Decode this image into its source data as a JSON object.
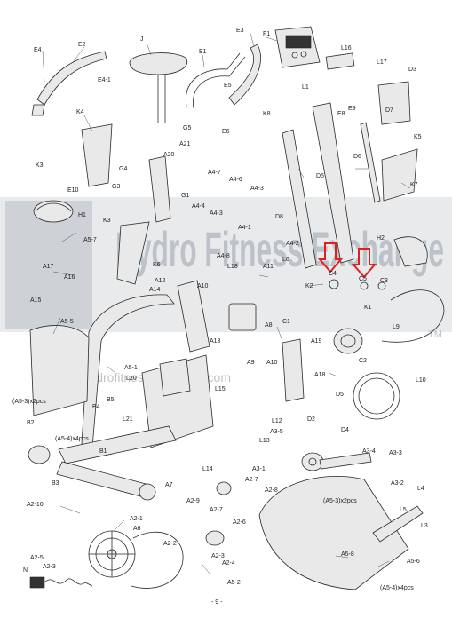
{
  "page_number": "- 9 -",
  "watermark": {
    "brand": "Hydro Fitness Exchange",
    "url": "www.hydrofitnessexchange.com",
    "tm": "TM"
  },
  "notes": {
    "a5_3_x2_left": "(A5-3)x2pcs",
    "a5_4_x4_left": "(A5-4)x4pcs",
    "a5_3_x2_right": "(A5-3)x2pcs",
    "a5_4_x4_right": "(A5-4)x4pcs"
  },
  "labels": [
    "J",
    "E4",
    "E2",
    "E4-1",
    "E1",
    "E3",
    "F1",
    "L16",
    "L17",
    "D3",
    "E5",
    "K4",
    "G5",
    "A21",
    "E6",
    "K8",
    "L1",
    "E8",
    "E9",
    "D7",
    "K5",
    "A20",
    "K3",
    "E10",
    "G4",
    "G3",
    "D5",
    "D6",
    "K7",
    "G1",
    "A4-7",
    "A4-6",
    "A4-3",
    "A4-4",
    "A4-3",
    "H1",
    "K3",
    "D8",
    "A5-7",
    "A4-1",
    "A4-2",
    "H2",
    "A17",
    "K6",
    "A4-8",
    "L18",
    "L6",
    "A16",
    "A12",
    "A14",
    "A10",
    "A11",
    "K2",
    "C4",
    "C5",
    "C3",
    "A15",
    "K1",
    "L9",
    "A5-5",
    "C1",
    "A8",
    "A13",
    "A19",
    "C2",
    "A5-1",
    "L20",
    "A9",
    "A10",
    "A18",
    "L10",
    "B5",
    "L15",
    "D5",
    "B4",
    "L21",
    "L12",
    "D2",
    "B2",
    "A3-5",
    "L13",
    "D4",
    "A3-4",
    "A3-3",
    "B1",
    "L14",
    "A3-1",
    "A2-7",
    "A7",
    "A2-8",
    "A3-2",
    "L4",
    "B3",
    "A2-9",
    "A2-7",
    "L5",
    "L3",
    "A2-10",
    "A2-1",
    "A2-6",
    "A6",
    "A2-2",
    "A2-5",
    "A2-3",
    "A2-3",
    "A2-4",
    "A5-8",
    "A5-6",
    "N",
    "A5-2"
  ],
  "highlight_arrows": [
    "arrow-over-c4",
    "arrow-over-c5"
  ]
}
